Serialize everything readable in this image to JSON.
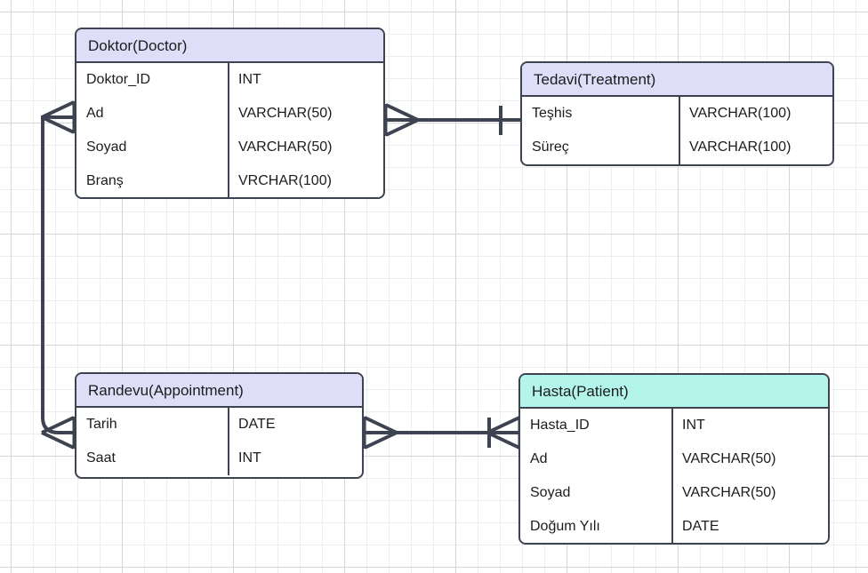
{
  "diagram": {
    "type": "entity-relationship-diagram",
    "notation": "crow's foot",
    "background": "grid",
    "colors": {
      "header_lavender": "#dedef9",
      "header_teal": "#b3f5ea",
      "border": "#3d4350",
      "text": "#1c1c1c",
      "grid_minor": "#ededed",
      "grid_major": "#d6d6d6"
    }
  },
  "entities": [
    {
      "id": "doktor",
      "title": "Doktor(Doctor)",
      "header_color": "#dedef9",
      "attributes": [
        {
          "name": "Doktor_ID",
          "type": "INT"
        },
        {
          "name": "Ad",
          "type": "VARCHAR(50)"
        },
        {
          "name": "Soyad",
          "type": "VARCHAR(50)"
        },
        {
          "name": "Branş",
          "type": "VRCHAR(100)"
        }
      ]
    },
    {
      "id": "tedavi",
      "title": "Tedavi(Treatment)",
      "header_color": "#dedef9",
      "attributes": [
        {
          "name": "Teşhis",
          "type": "VARCHAR(100)"
        },
        {
          "name": "Süreç",
          "type": "VARCHAR(100)"
        }
      ]
    },
    {
      "id": "randevu",
      "title": "Randevu(Appointment)",
      "header_color": "#dedef9",
      "attributes": [
        {
          "name": "Tarih",
          "type": "DATE"
        },
        {
          "name": "Saat",
          "type": "INT"
        }
      ]
    },
    {
      "id": "hasta",
      "title": "Hasta(Patient)",
      "header_color": "#b3f5ea",
      "attributes": [
        {
          "name": "Hasta_ID",
          "type": "INT"
        },
        {
          "name": "Ad",
          "type": "VARCHAR(50)"
        },
        {
          "name": "Soyad",
          "type": "VARCHAR(50)"
        },
        {
          "name": "Doğum Yılı",
          "type": "DATE"
        }
      ]
    }
  ],
  "relationships": [
    {
      "id": "doktor-tedavi",
      "from": "doktor",
      "to": "tedavi",
      "from_cardinality": "many",
      "to_cardinality": "one"
    },
    {
      "id": "doktor-randevu",
      "from": "doktor",
      "to": "randevu",
      "from_cardinality": "many",
      "to_cardinality": "many"
    },
    {
      "id": "randevu-hasta",
      "from": "randevu",
      "to": "hasta",
      "from_cardinality": "many",
      "to_cardinality": "one-many"
    }
  ]
}
